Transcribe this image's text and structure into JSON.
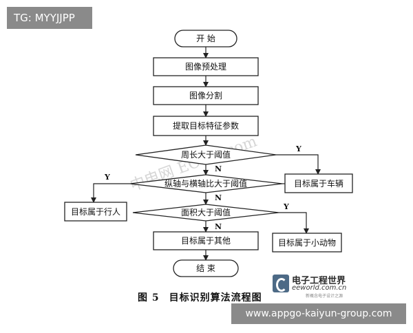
{
  "overlay": {
    "tag": "TG: MYYJJPP",
    "url": "www.appgo-kaiyun-group.com"
  },
  "watermark": "中电网 ECCN.com",
  "flowchart": {
    "start": "开  始",
    "preprocess": "图像预处理",
    "segment": "图像分割",
    "extract": "提取目标特征参数",
    "decision_perimeter": "周长大于阈值",
    "decision_ratio": "纵轴与横轴比大于阈值",
    "decision_area": "面积大于阈值",
    "result_vehicle": "目标属于车辆",
    "result_pedestrian": "目标属于行人",
    "result_animal": "目标属于小动物",
    "result_other": "目标属于其他",
    "end": "结  束",
    "yes": "Y",
    "no": "N"
  },
  "caption": {
    "figure": "图 5",
    "title": "目标识别算法流程图"
  },
  "logo": {
    "main": "电子工程世界",
    "sub": "eeworld.com.cn",
    "tiny": "新概念电子设计之源"
  }
}
